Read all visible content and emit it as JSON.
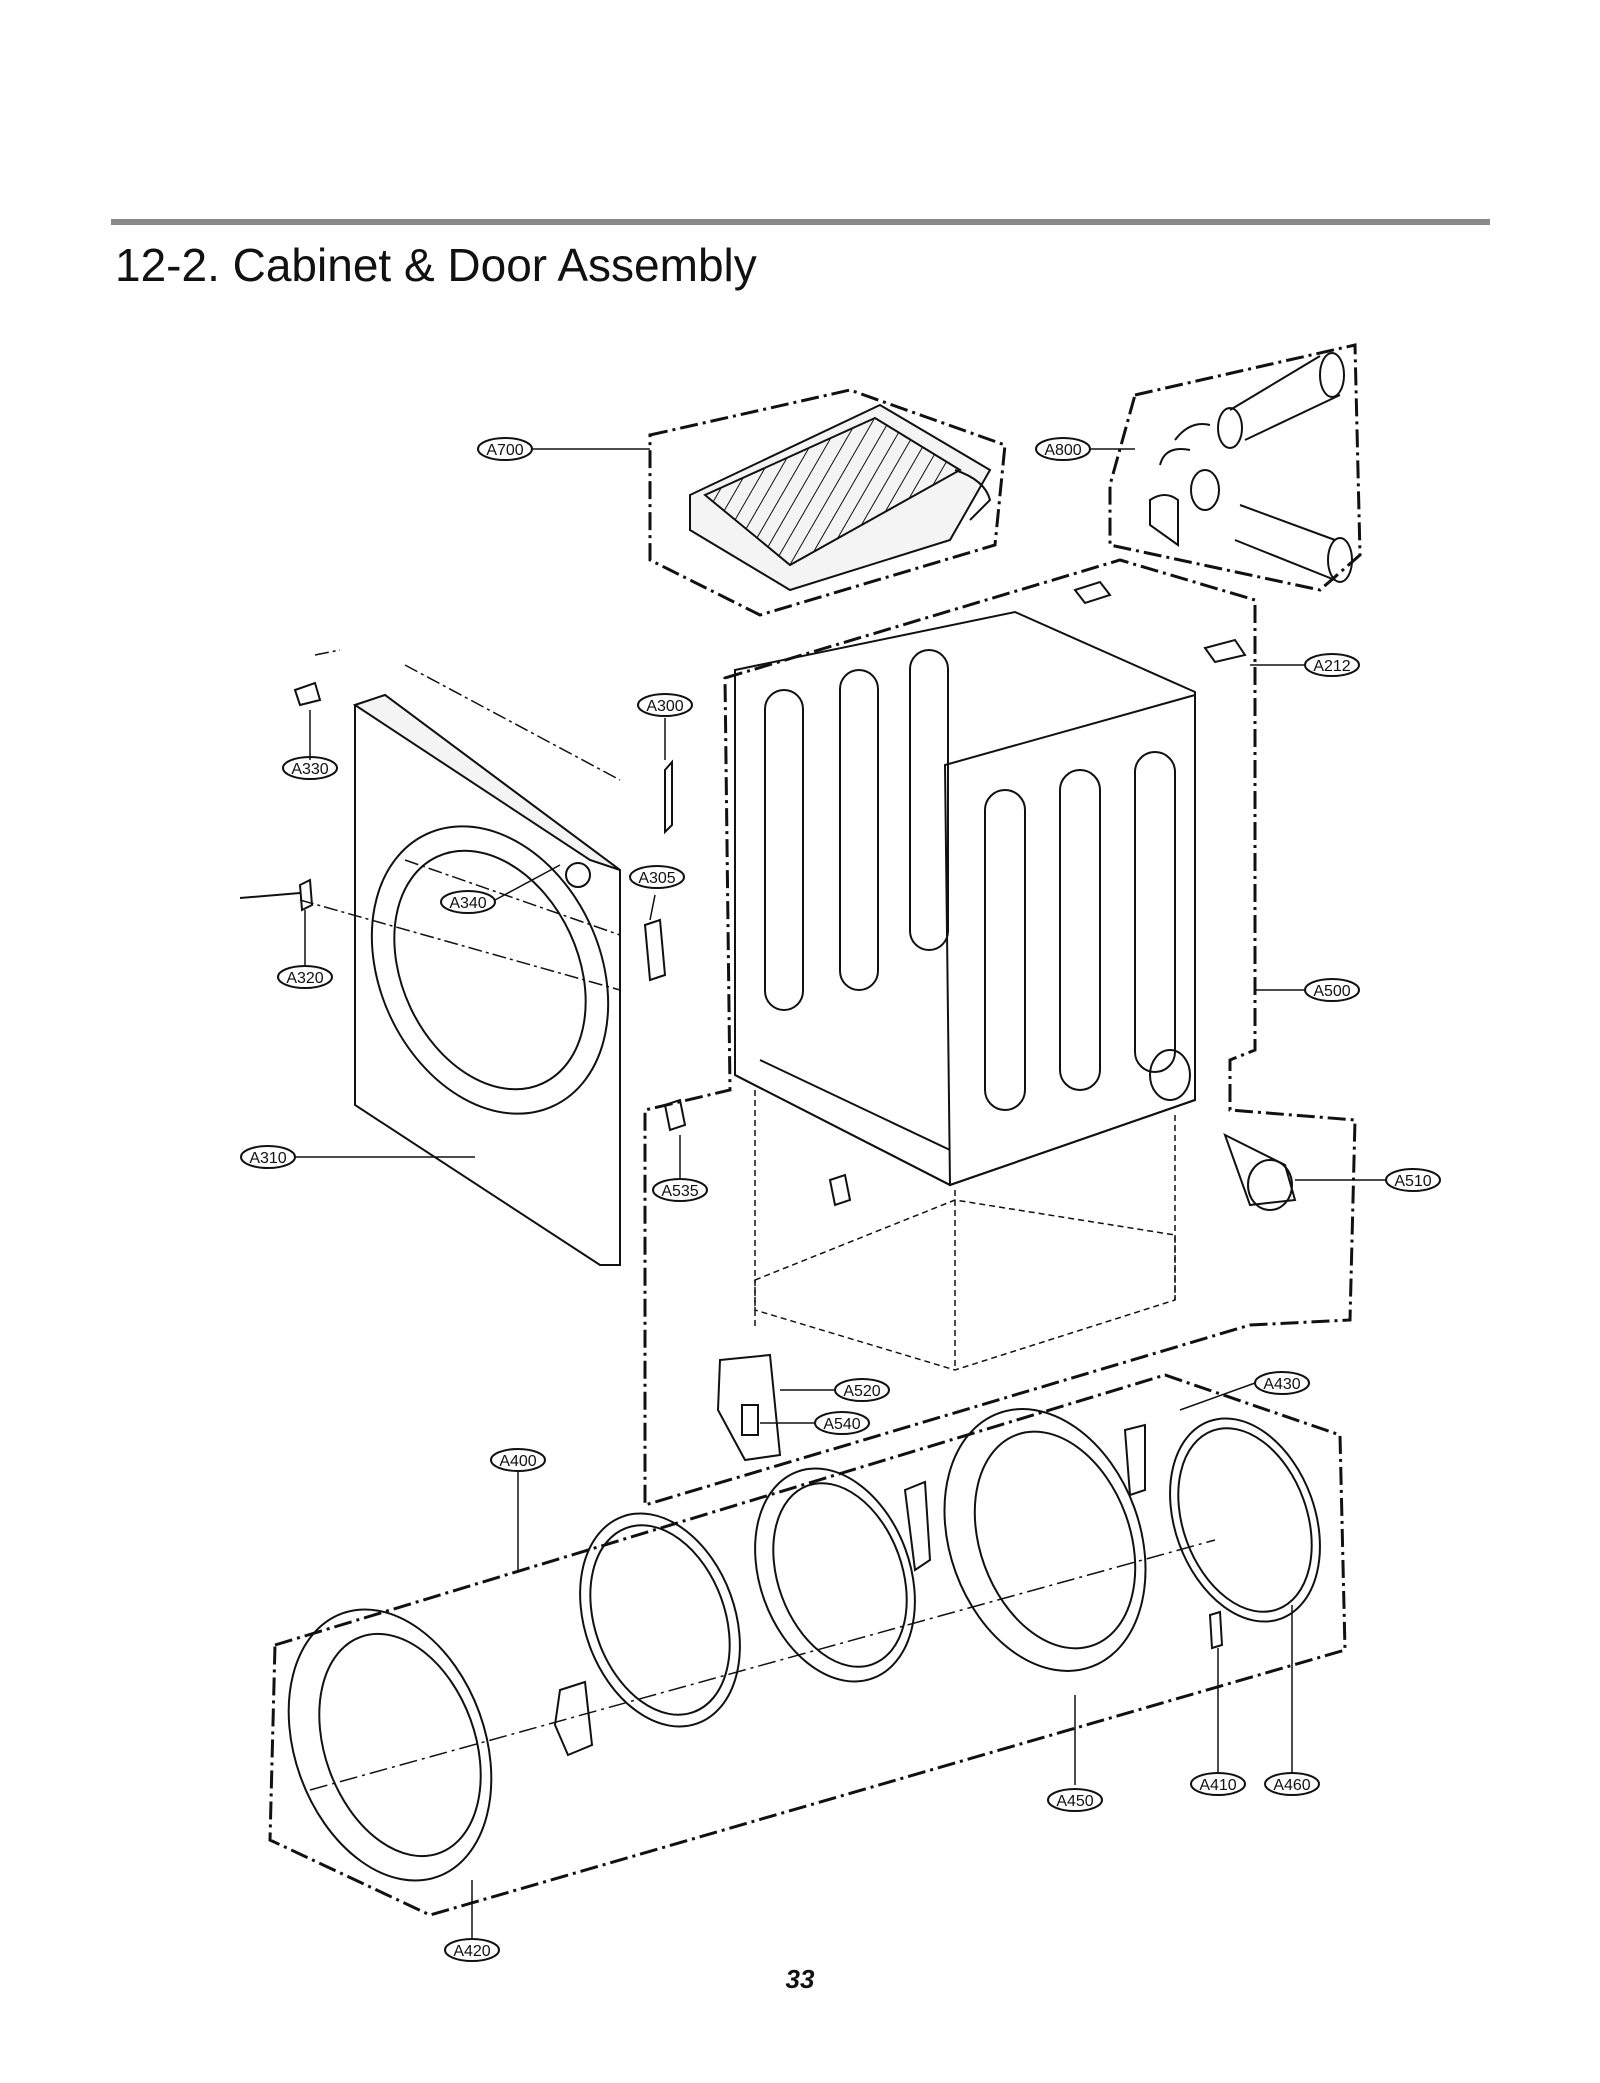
{
  "page": {
    "title": "12-2. Cabinet & Door Assembly",
    "page_number": "33"
  },
  "callouts": {
    "A700": "A700",
    "A800": "A800",
    "A212": "A212",
    "A300": "A300",
    "A330": "A330",
    "A305": "A305",
    "A340": "A340",
    "A320": "A320",
    "A500": "A500",
    "A310": "A310",
    "A535": "A535",
    "A510": "A510",
    "A520": "A520",
    "A540": "A540",
    "A430": "A430",
    "A400": "A400",
    "A450": "A450",
    "A410": "A410",
    "A460": "A460",
    "A420": "A420"
  },
  "colors": {
    "line": "#111111",
    "rule": "#8a8a8a",
    "background": "#ffffff"
  }
}
